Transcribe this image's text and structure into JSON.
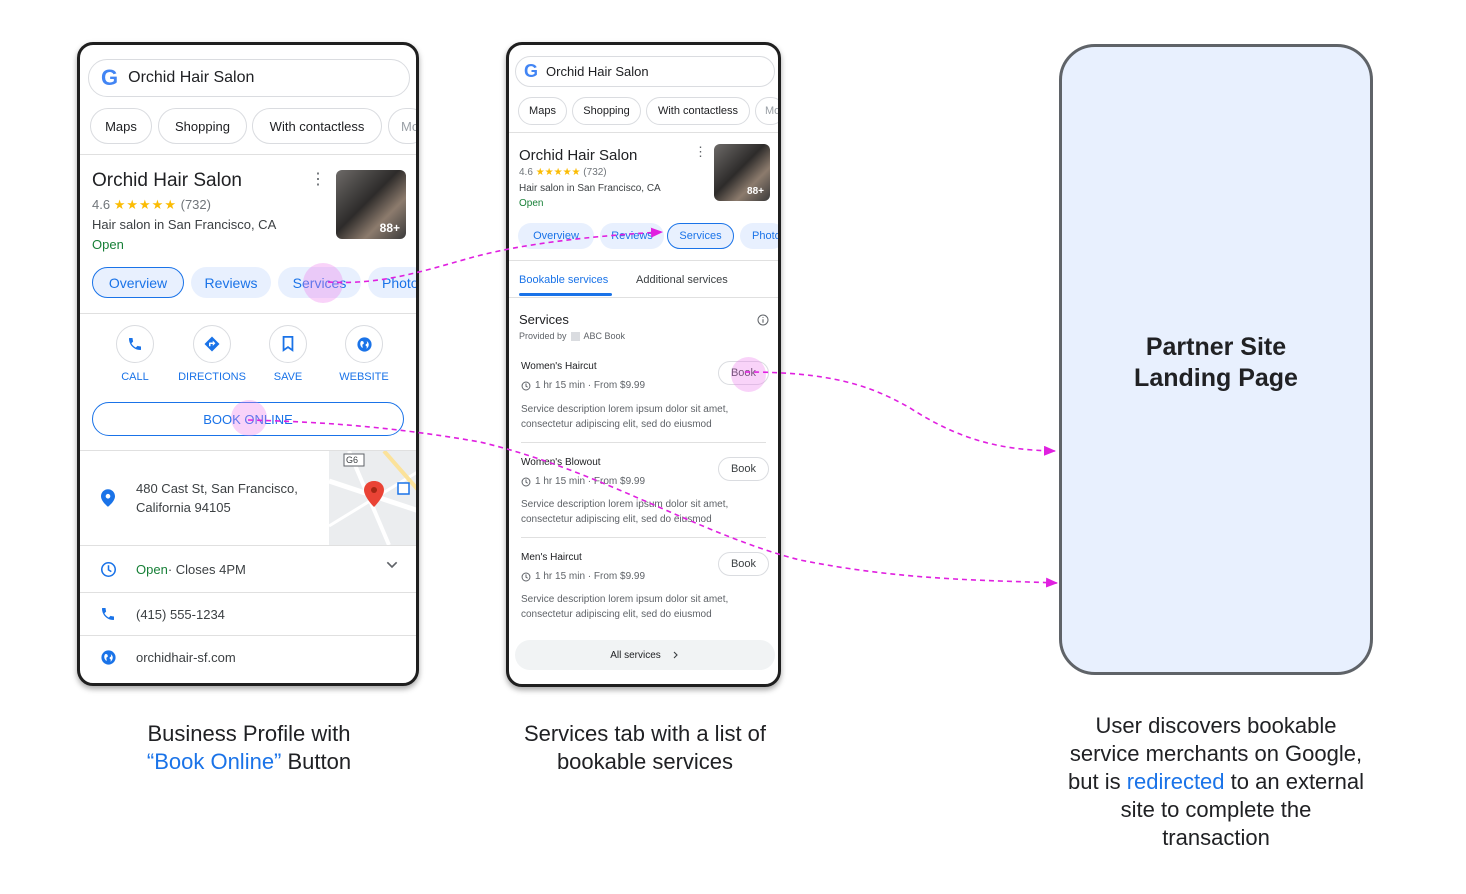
{
  "phone1": {
    "search_text": "Orchid Hair Salon",
    "chips": [
      "Maps",
      "Shopping",
      "With contactless",
      "Mo"
    ],
    "business_name": "Orchid Hair Salon",
    "rating": "4.6",
    "stars": "★★★★★",
    "reviews_count": "(732)",
    "category": "Hair salon in San Francisco, CA",
    "status": "Open",
    "photo_count": "88+",
    "tabs": [
      "Overview",
      "Reviews",
      "Services",
      "Photos"
    ],
    "actions": [
      "CALL",
      "DIRECTIONS",
      "SAVE",
      "WEBSITE"
    ],
    "book_online": "BOOK ONLINE",
    "address_line1": "480 Cast St, San Francisco,",
    "address_line2": "California 94105",
    "map_badge": "G6",
    "hours_open": "Open",
    "hours_rest": " · Closes 4PM",
    "phone": "(415) 555-1234",
    "website": "orchidhair-sf.com"
  },
  "phone2": {
    "search_text": "Orchid Hair Salon",
    "chips": [
      "Maps",
      "Shopping",
      "With contactless",
      "Mo"
    ],
    "business_name": "Orchid Hair Salon",
    "rating": "4.6",
    "stars": "★★★★★",
    "reviews_count": "(732)",
    "category": "Hair salon in San Francisco, CA",
    "status": "Open",
    "photo_count": "88+",
    "tabs": [
      "Overview",
      "Reviews",
      "Services",
      "Photos"
    ],
    "subtabs": [
      "Bookable services",
      "Additional services"
    ],
    "section_title": "Services",
    "provided_by_prefix": "Provided by",
    "provider": "ABC Book",
    "services": [
      {
        "name": "Women's Haircut",
        "duration": "1 hr 15 min · From $9.99",
        "desc1": "Service description lorem ipsum dolor sit amet,",
        "desc2": "consectetur adipiscing elit, sed do eiusmod",
        "button": "Book"
      },
      {
        "name": "Women's Blowout",
        "duration": "1 hr 15 min · From $9.99",
        "desc1": "Service description lorem ipsum dolor sit amet,",
        "desc2": "consectetur adipiscing elit, sed do eiusmod",
        "button": "Book"
      },
      {
        "name": "Men's Haircut",
        "duration": "1 hr 15 min · From $9.99",
        "desc1": "Service description lorem ipsum dolor sit amet,",
        "desc2": "consectetur adipiscing elit, sed do eiusmod",
        "button": "Book"
      }
    ],
    "all_services": "All services"
  },
  "partner": {
    "line1": "Partner Site",
    "line2": "Landing Page"
  },
  "captions": {
    "c1_line1": "Business Profile with",
    "c1_quote": "“Book Online”",
    "c1_tail": " Button",
    "c2_line1": "Services tab with a list of",
    "c2_line2": "bookable services",
    "c3_line1": "User discovers bookable",
    "c3_line2": "service merchants on Google,",
    "c3_line3a": "but is ",
    "c3_link": "redirected",
    "c3_line3b": " to an external",
    "c3_line4": "site to complete the",
    "c3_line5": "transaction"
  },
  "colors": {
    "accent": "#1a73e8",
    "arrow": "#e020e0",
    "open": "#188038",
    "star": "#fbbc04",
    "partner_bg": "#e8f0fe"
  },
  "icons": [
    "google-g-icon",
    "more-vert-icon",
    "phone-icon",
    "directions-icon",
    "bookmark-icon",
    "globe-icon",
    "location-pin-icon",
    "clock-icon",
    "chevron-down-icon",
    "info-icon",
    "chevron-right-icon"
  ]
}
